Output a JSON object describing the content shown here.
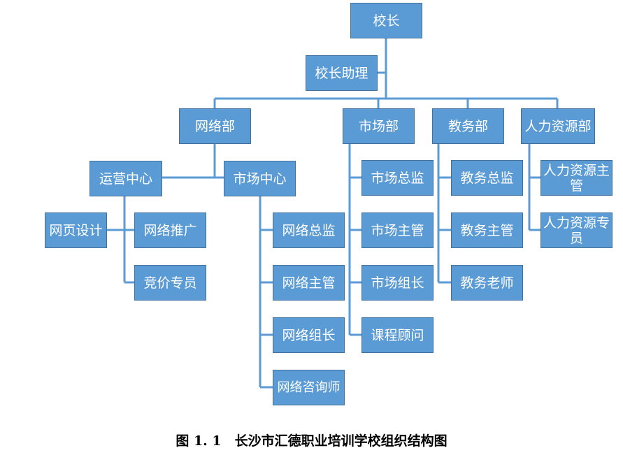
{
  "nodes": {
    "principal": "校长",
    "assistant": "校长助理",
    "network_dept": "网络部",
    "market_dept": "市场部",
    "edu_dept": "教务部",
    "hr_dept": "人力资源部",
    "ops_center": "运营中心",
    "market_center": "市场中心",
    "web_design": "网页设计",
    "net_promo": "网络推广",
    "bidding": "竞价专员",
    "net_director": "网络总监",
    "net_manager": "网络主管",
    "net_leader": "网络组长",
    "net_consultant": "网络咨询师",
    "mkt_director": "市场总监",
    "mkt_manager": "市场主管",
    "mkt_leader": "市场组长",
    "course_advisor": "课程顾问",
    "edu_director": "教务总监",
    "edu_manager": "教务主管",
    "edu_teacher": "教务老师",
    "hr_manager": "人力资源主管",
    "hr_specialist": "人力资源专员"
  },
  "caption": "图 1. 1　长沙市汇德职业培训学校组织结构图",
  "colors": {
    "box_fill": "#5b9bd5",
    "box_border": "#41719c",
    "line": "#5b9bd5",
    "text": "#ffffff"
  }
}
